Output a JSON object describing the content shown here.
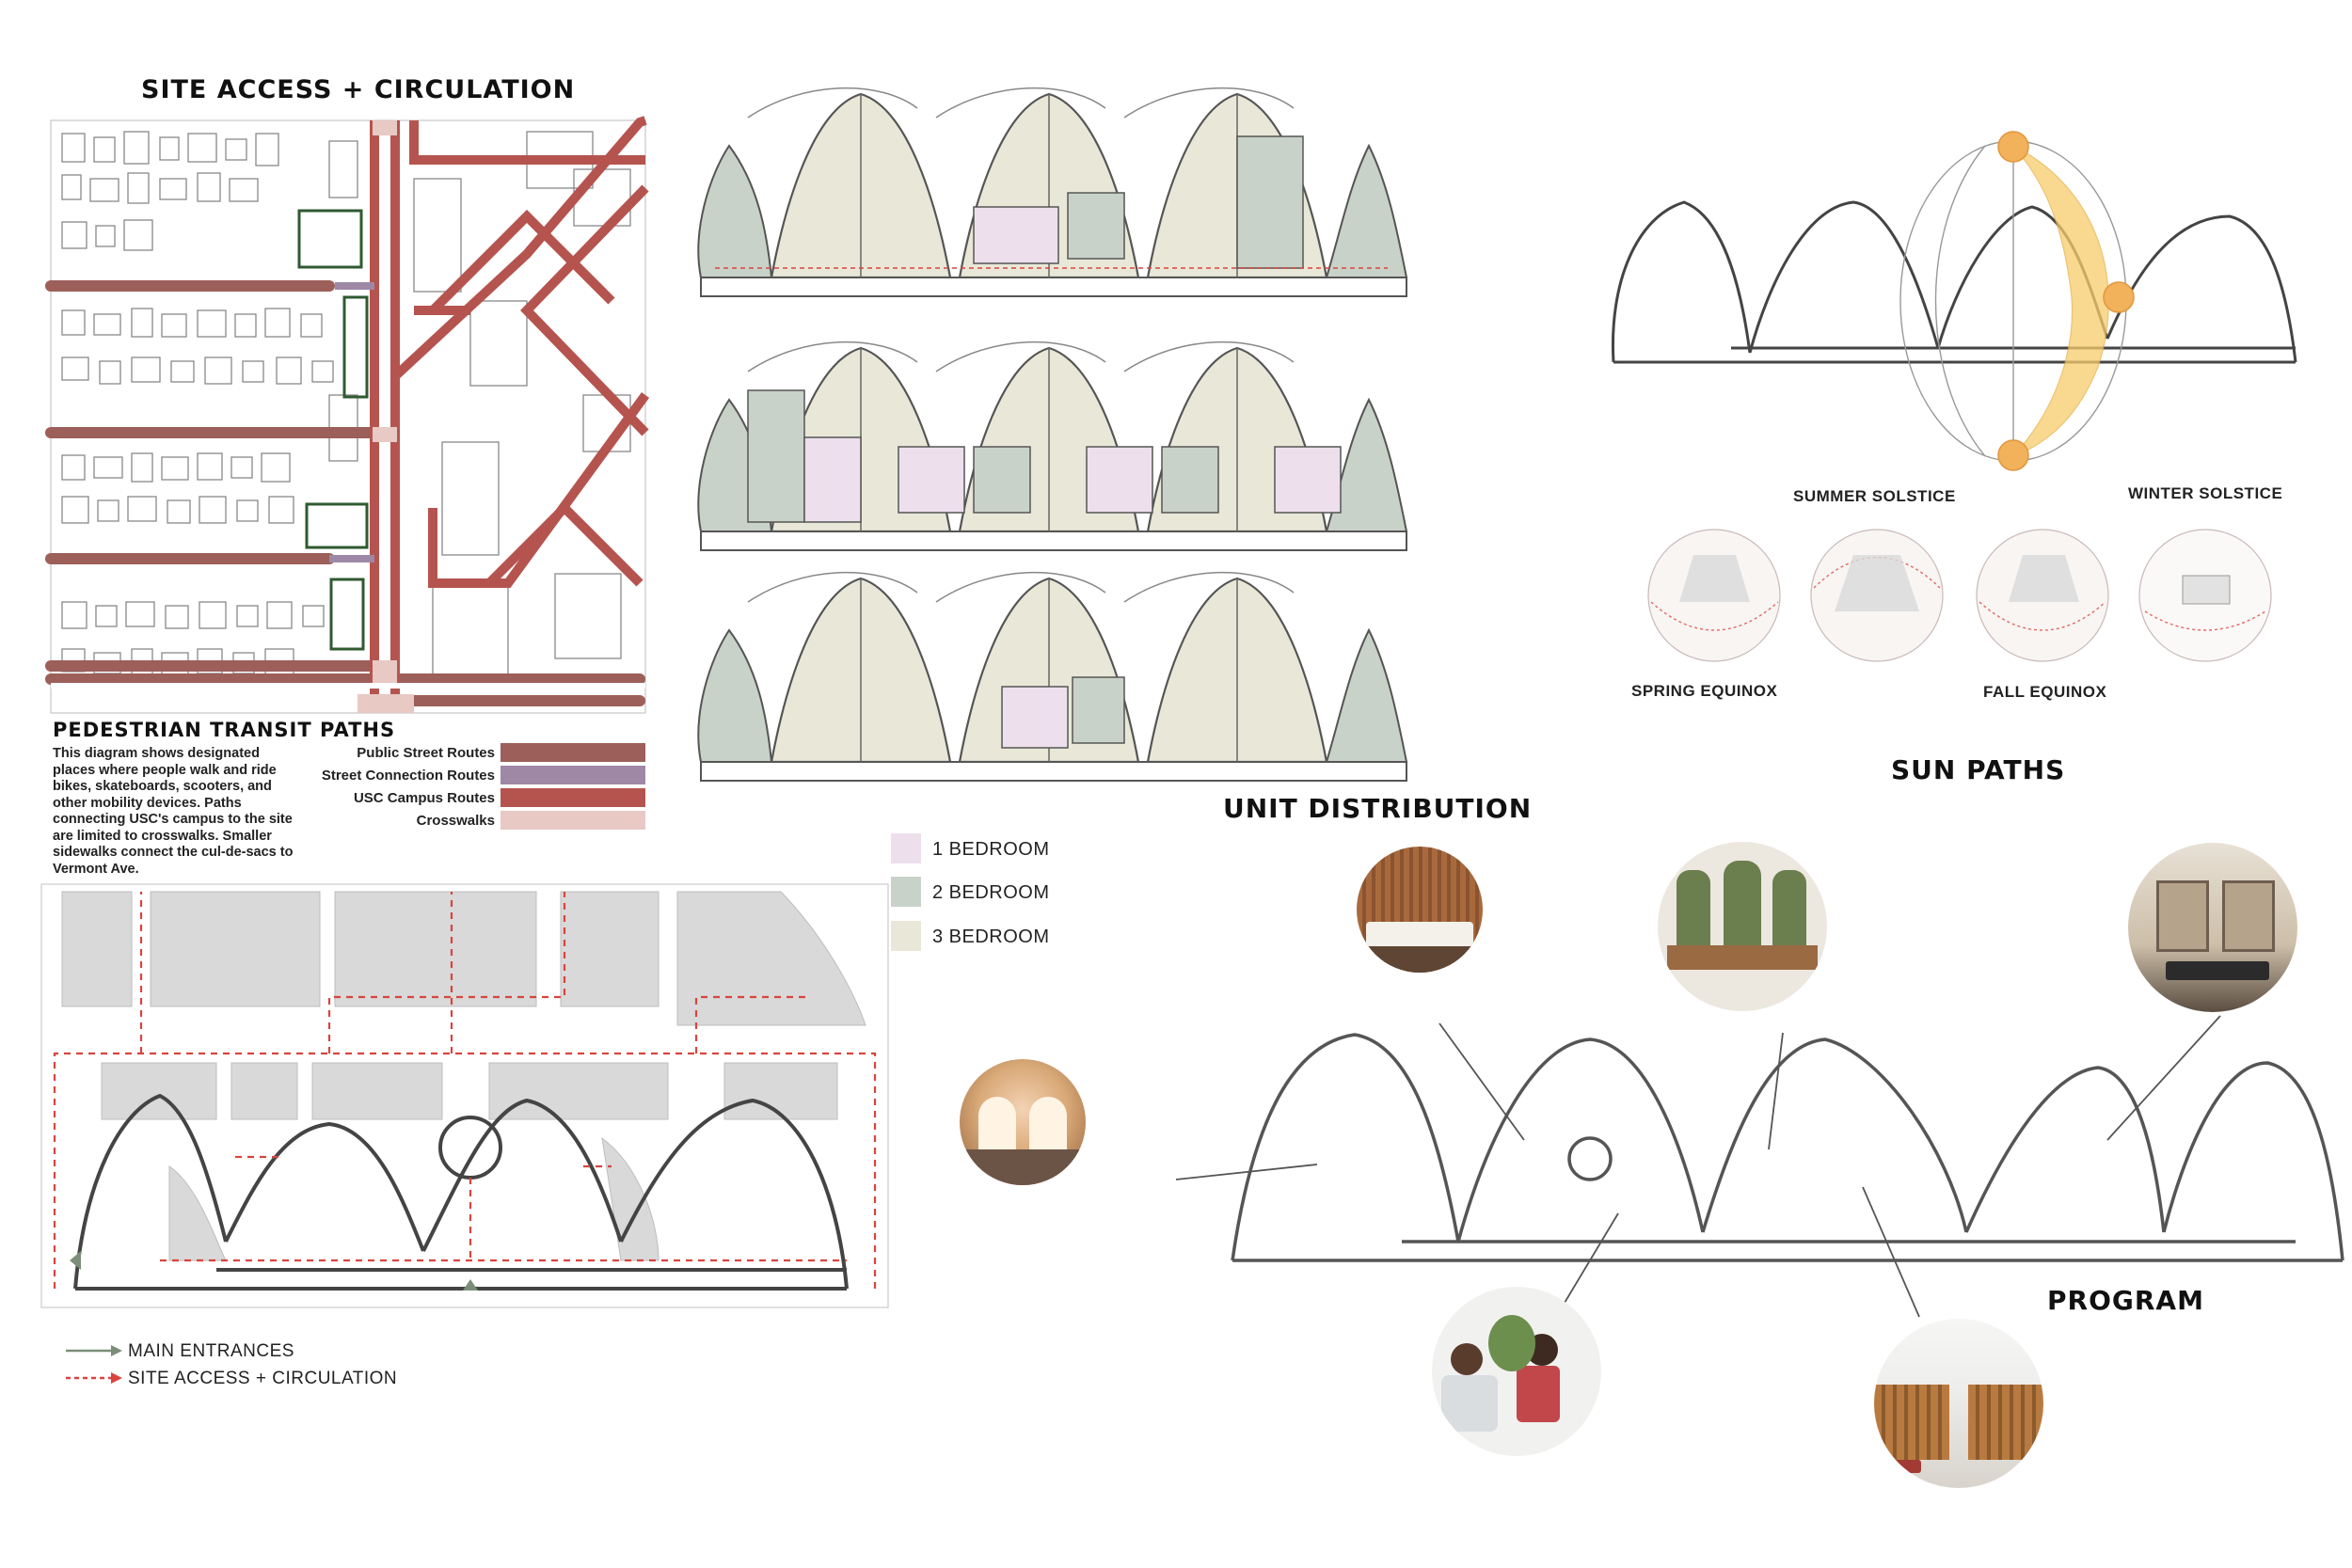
{
  "titles": {
    "site_access": "SITE ACCESS + CIRCULATION",
    "pedestrian": "PEDESTRIAN TRANSIT PATHS",
    "unit_distribution": "UNIT DISTRIBUTION",
    "sun_paths": "SUN PATHS",
    "program": "PROGRAM"
  },
  "pedestrian_description": "This diagram shows designated places where people walk and ride bikes, skateboards, scooters, and other mobility devices. Paths connecting USC's campus to the site are limited to crosswalks. Smaller sidewalks connect the cul-de-sacs to Vermont Ave.",
  "route_legend": [
    {
      "label": "Public Street Routes",
      "color": "#9c5f5a"
    },
    {
      "label": "Street Connection Routes",
      "color": "#9e88a6"
    },
    {
      "label": "USC Campus Routes",
      "color": "#b5544f"
    },
    {
      "label": "Crosswalks",
      "color": "#e8c9c4"
    }
  ],
  "unit_legend": [
    {
      "label": "1 BEDROOM",
      "color": "#ede0ec"
    },
    {
      "label": "2 BEDROOM",
      "color": "#c9d2c8"
    },
    {
      "label": "3 BEDROOM",
      "color": "#e9e8d8"
    }
  ],
  "solstices": {
    "summer": "SUMMER SOLSTICE",
    "winter": "WINTER SOLSTICE",
    "spring": "SPRING EQUINOX",
    "fall": "FALL EQUINOX"
  },
  "entrance_legend": [
    {
      "label": "MAIN ENTRANCES",
      "color": "#7b8e78"
    },
    {
      "label": "SITE ACCESS + CIRCULATION",
      "color": "#d9443f"
    }
  ],
  "program_photos": [
    "yoga-studio",
    "spa-room",
    "retail-shop",
    "fitness-gym",
    "lounge-seating",
    "library"
  ]
}
